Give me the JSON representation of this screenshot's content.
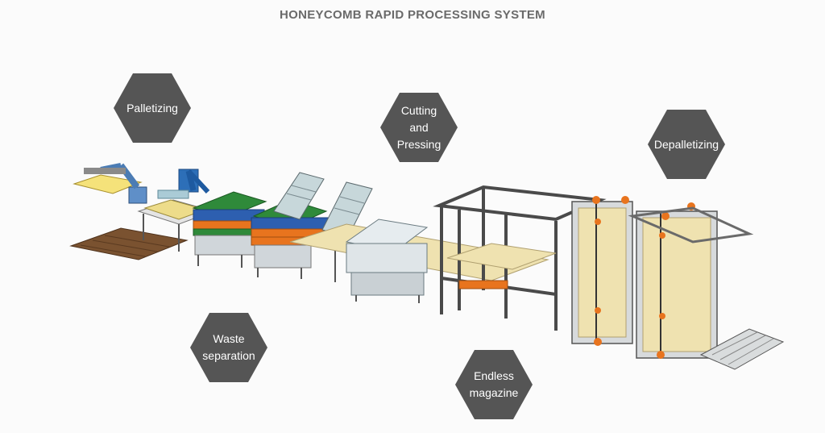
{
  "title": "HONEYCOMB RAPID PROCESSING SYSTEM",
  "colors": {
    "hexagon": "#555555",
    "hexagon_text": "#ffffff",
    "title": "#6a6a6a",
    "robot_arm": "#2d6fb8",
    "orange_frame": "#e8741e",
    "green_frame": "#2f8a3a",
    "honeycomb_panel": "#efe2b0",
    "steel_frame": "#4a4a4a",
    "pallet": "#7a5230",
    "conveyor": "#c7d7da"
  },
  "stages": [
    {
      "id": "palletizing",
      "label": "Palletizing"
    },
    {
      "id": "cutting-pressing",
      "label": "Cutting\nand\nPressing"
    },
    {
      "id": "depalletizing",
      "label": "Depalletizing"
    },
    {
      "id": "waste-separation",
      "label": "Waste\nseparation"
    },
    {
      "id": "endless-magazine",
      "label": "Endless\nmagazine"
    }
  ]
}
